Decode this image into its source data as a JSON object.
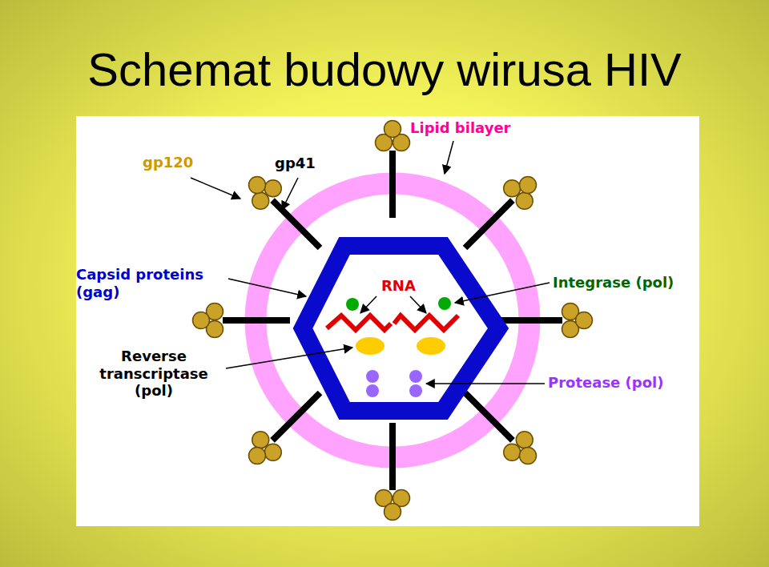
{
  "diagram": {
    "title": "Schemat budowy wirusa HIV",
    "labels": [
      "gp120",
      "gp41",
      "Lipid bilayer",
      "Capsid proteins (gag)",
      "RNA",
      "Integrase (pol)",
      "Reverse transcriptase (pol)",
      "Protease (pol)"
    ]
  }
}
